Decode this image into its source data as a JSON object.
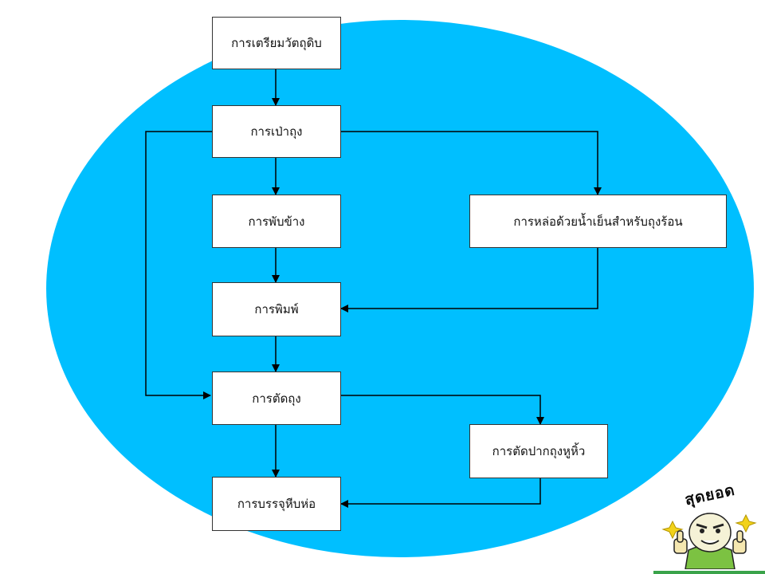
{
  "colors": {
    "ellipse": "#00BFFF",
    "box_border": "#333333",
    "arrow": "#000000"
  },
  "nodes": {
    "prepare": "การเตรียมวัตถุดิบ",
    "blow": "การเป่าถุง",
    "fold": "การพับข้าง",
    "cool": "การหล่อด้วยน้ำเย็นสำหรับถุงร้อน",
    "print": "การพิมพ์",
    "cut": "การตัดถุง",
    "cut_handle": "การตัดปากถุงหูหิ้ว",
    "pack": "การบรรจุหีบห่อ"
  },
  "sticker": {
    "text": "สุดยอด",
    "icon": "thumbs-up-mascot-icon"
  }
}
